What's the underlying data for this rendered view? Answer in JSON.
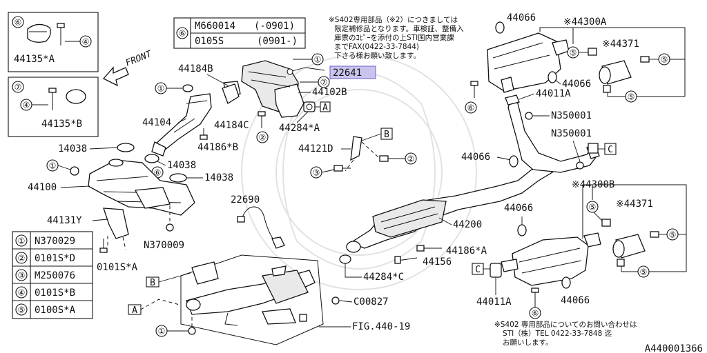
{
  "watermark": "decorative-faded-crest",
  "inset_6": {
    "ref": "⑥",
    "part": "44135*A",
    "bolt": "④"
  },
  "inset_7": {
    "ref": "⑦",
    "part": "44135*B",
    "bolt": "④"
  },
  "front_label": "FRONT",
  "table_6": {
    "ref": "⑥",
    "rows": [
      {
        "part": "M660014",
        "range": "(-0901)"
      },
      {
        "part": "0105S",
        "range": "(0901-)"
      }
    ]
  },
  "note_top": [
    "※S402専用部品（※2）につきましては",
    "限定補修品となります。車検証、整備入",
    "庫票のｺﾋﾟｰを添付の上STI国内営業課",
    "までFAX(0422-33-7844)",
    "下さる様お願い致します。"
  ],
  "highlight_part": "22641",
  "labels": {
    "p44184B": "44184B",
    "p44102B": "44102B",
    "p44104": "44104",
    "p44184C": "44184C",
    "p44284A": "44284*A",
    "p44186B": "44186*B",
    "p14038a": "14038",
    "p14038b": "14038",
    "p14038c": "14038",
    "p44100": "44100",
    "p44131Y": "44131Y",
    "pN370009": "N370009",
    "p0101SA": "0101S*A",
    "p44121D": "44121D",
    "p22690": "22690",
    "p44200": "44200",
    "p44186A": "44186*A",
    "p44156": "44156",
    "p44284C": "44284*C",
    "pC00827": "C00827",
    "pFIG": "FIG.440-19",
    "p44066a": "44066",
    "p44066b": "44066",
    "p44066c": "44066",
    "p44066d": "44066",
    "p44066e": "44066",
    "p44300A": "※44300A",
    "p44371a": "※44371",
    "p44011Aa": "44011A",
    "pN350001a": "N350001",
    "pN350001b": "N350001",
    "p44300B": "※44300B",
    "p44371b": "※44371",
    "p44011Ab": "44011A",
    "boxA": "A",
    "boxB": "B",
    "boxC": "C"
  },
  "legend": [
    {
      "ref": "①",
      "part": "N370029"
    },
    {
      "ref": "②",
      "part": "0101S*D"
    },
    {
      "ref": "③",
      "part": "M250076"
    },
    {
      "ref": "④",
      "part": "0101S*B"
    },
    {
      "ref": "⑤",
      "part": "0100S*A"
    }
  ],
  "note_bottom": [
    "※S402 専用部品についてのお問い合わせは",
    "STI（株）TEL 0422-33-7848 迄",
    "お願いします。"
  ],
  "figure_code": "A440001366"
}
